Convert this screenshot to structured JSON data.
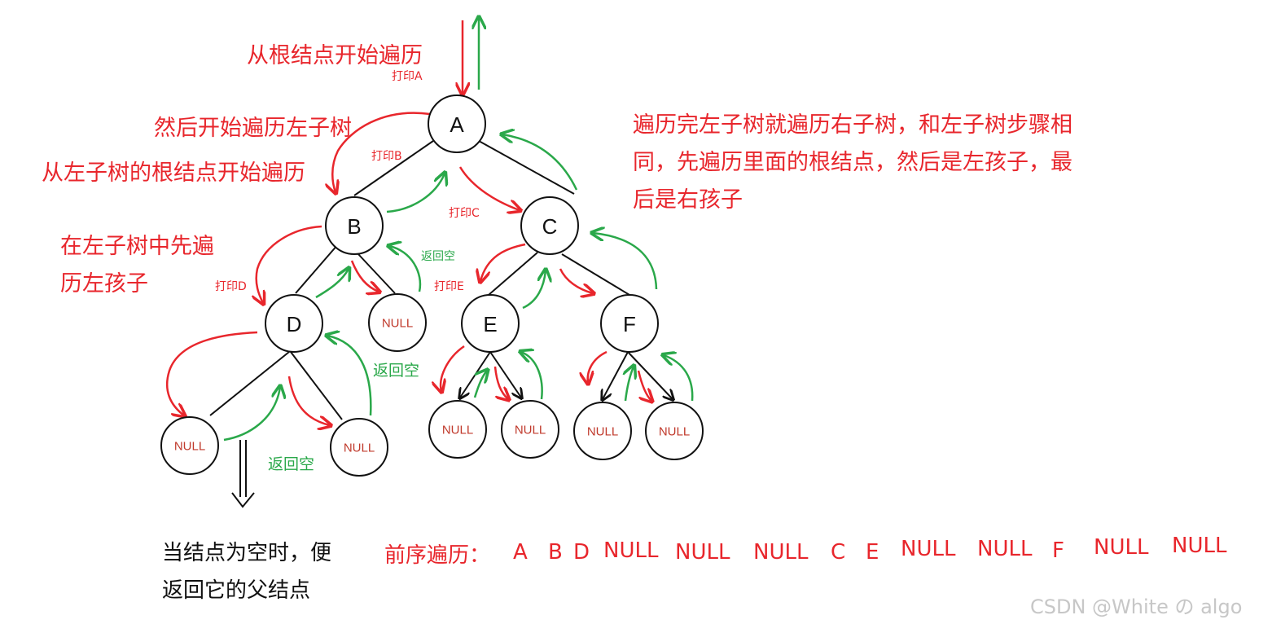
{
  "nodes": {
    "A": "A",
    "B": "B",
    "C": "C",
    "D": "D",
    "E": "E",
    "F": "F",
    "null": "NULL"
  },
  "annotations": {
    "start_root": "从根结点开始遍历",
    "print_a": "打印A",
    "then_left": "然后开始遍历左子树",
    "left_root": "从左子树的根结点开始遍历",
    "print_b": "打印B",
    "print_c": "打印C",
    "left_first_line1": "在左子树中先遍",
    "left_first_line2": "历左孩子",
    "print_d": "打印D",
    "print_e": "打印E",
    "return_null": "返回空",
    "right_line1": "遍历完左子树就遍历右子树，和左子树步骤相",
    "right_line2": "同，先遍历里面的根结点，然后是左孩子，最",
    "right_line3": "后是右孩子",
    "footnote_line1": "当结点为空时，便",
    "footnote_line2": "返回它的父结点"
  },
  "preorder": {
    "label": "前序遍历：",
    "sequence": [
      "A",
      "B",
      "D",
      "NULL",
      "NULL",
      "NULL",
      "C",
      "E",
      "NULL",
      "NULL",
      "F",
      "NULL",
      "NULL"
    ]
  },
  "watermark": "CSDN @White の algo",
  "colors": {
    "red": "#e8262c",
    "green": "#2aa84a",
    "black": "#111111",
    "watermark": "#c7c7c7"
  }
}
